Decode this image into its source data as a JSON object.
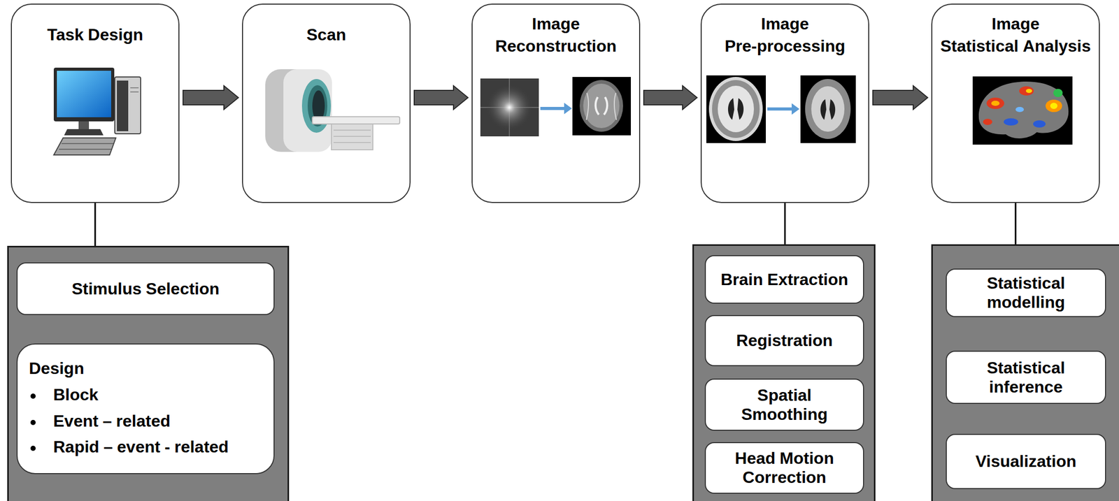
{
  "diagram": {
    "nodes": [
      {
        "text": [
          "Task Design"
        ]
      },
      {
        "text": [
          "Scan"
        ]
      },
      {
        "text": [
          "Image Reconstruction"
        ]
      },
      {
        "text": [
          "Image Pre-processing"
        ]
      },
      {
        "text": [
          "Image Statistical Analysis"
        ]
      },
      {
        "text": []
      },
      {
        "text": [
          "Stimulus Selection"
        ],
        "in": 5
      },
      {
        "text": [
          "Design",
          "Block",
          "Event – related",
          "Rapid – event - related"
        ],
        "in": 5
      },
      {
        "text": []
      },
      {
        "text": [
          "Brain Extraction"
        ],
        "in": 8
      },
      {
        "text": [
          "Registration"
        ],
        "in": 8
      },
      {
        "text": [
          "Spatial Smoothing"
        ],
        "in": 8
      },
      {
        "text": [
          "Head Motion Correction"
        ],
        "in": 8
      },
      {
        "text": []
      },
      {
        "text": [
          "Statistical modelling"
        ],
        "in": 13
      },
      {
        "text": [
          "Statistical inference"
        ],
        "in": 13
      },
      {
        "text": [
          "Visualization"
        ],
        "in": 13
      }
    ],
    "edges": [
      {
        "from": 0,
        "to": 1,
        "arrow": "to"
      },
      {
        "from": 1,
        "to": 2,
        "arrow": "to"
      },
      {
        "from": 2,
        "to": 3,
        "arrow": "to"
      },
      {
        "from": 3,
        "to": 4,
        "arrow": "to"
      },
      {
        "from": 0,
        "to": 5,
        "arrow": "none"
      },
      {
        "from": 3,
        "to": 8,
        "arrow": "none"
      },
      {
        "from": 4,
        "to": 13,
        "arrow": "none"
      }
    ]
  }
}
